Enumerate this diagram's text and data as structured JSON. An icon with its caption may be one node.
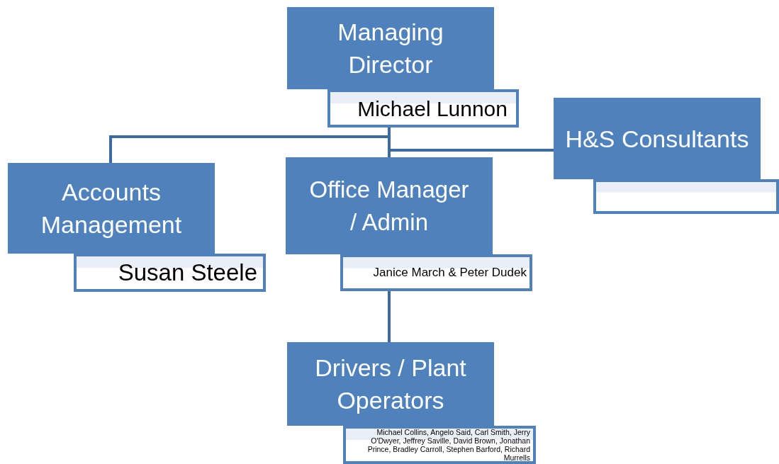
{
  "diagram": {
    "nodes": [
      {
        "text": [
          "Managing Director"
        ]
      },
      {
        "text": [
          "Michael Lunnon"
        ]
      },
      {
        "text": [
          "H&S Consultants"
        ]
      },
      {
        "text": [],
        "shape": "box"
      },
      {
        "text": [
          "Accounts Management"
        ]
      },
      {
        "text": [
          "Susan Steele"
        ]
      },
      {
        "text": [
          "Office Manager / Admin"
        ]
      },
      {
        "text": [
          "Janice March & Peter Dudek"
        ]
      },
      {
        "text": [
          "Drivers / Plant Operators"
        ]
      },
      {
        "text": [
          "Michael Collins, Angelo Said, Carl Smith, Jerry O'Dwyer, Jeffrey Saville, David Brown, Jonathan Prince, Bradley Carroll, Stephen Barford, Richard Murrells"
        ]
      }
    ],
    "edges": [
      {
        "from": 1,
        "to": 4,
        "arrow": "none"
      },
      {
        "from": 1,
        "to": 6,
        "arrow": "none"
      },
      {
        "from": 1,
        "to": 2,
        "arrow": "none"
      },
      {
        "from": 7,
        "to": 8,
        "arrow": "none"
      }
    ]
  }
}
